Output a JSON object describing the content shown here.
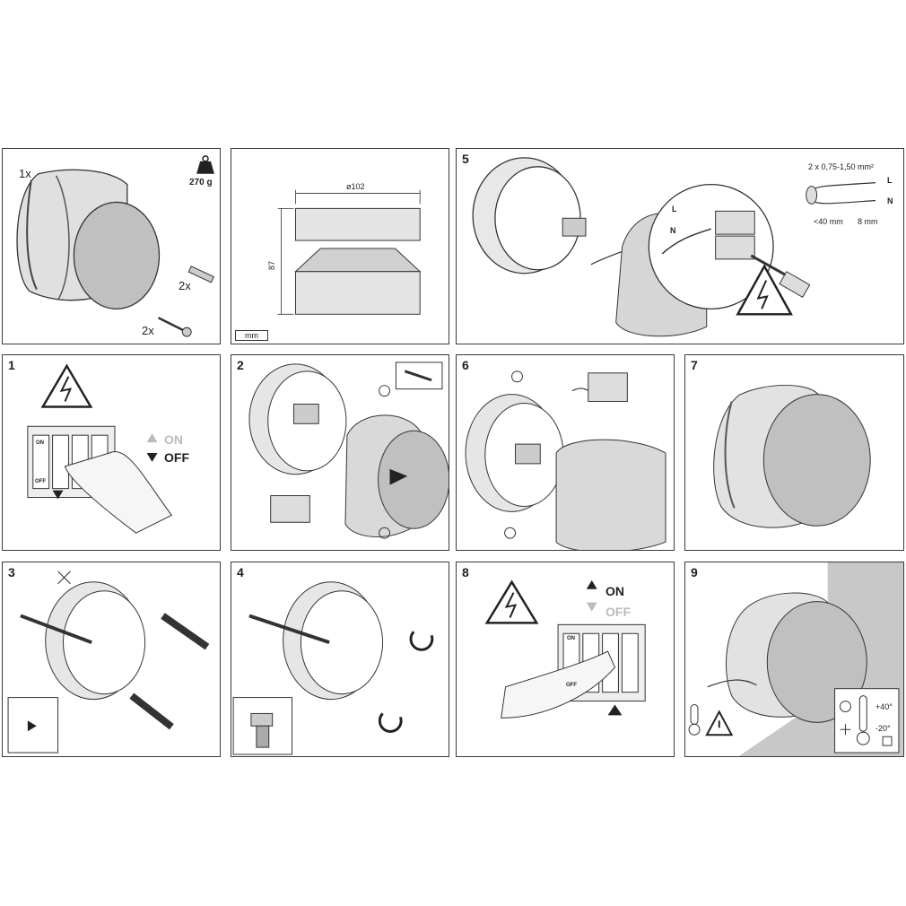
{
  "panels": {
    "contents": {
      "lamp_qty": "1x",
      "weight": "270 g",
      "plug_qty": "2x",
      "screw_qty": "2x"
    },
    "dimensions": {
      "diameter": "ø102",
      "height": "87",
      "unit": "mm"
    },
    "step5": {
      "number": "5",
      "cable_spec": "2 x 0,75-1,50 mm²",
      "label_L": "L",
      "label_N": "N",
      "strip_outer": "<40 mm",
      "strip_inner": "8 mm"
    },
    "step1": {
      "number": "1",
      "switch_on": "ON",
      "switch_off": "OFF",
      "breaker_on": "ON",
      "breaker_off": "OFF"
    },
    "step2": {
      "number": "2"
    },
    "step6": {
      "number": "6"
    },
    "step7": {
      "number": "7"
    },
    "step3": {
      "number": "3"
    },
    "step4": {
      "number": "4"
    },
    "step8": {
      "number": "8",
      "switch_on": "ON",
      "switch_off": "OFF",
      "breaker_on": "ON",
      "breaker_off": "OFF"
    },
    "step9": {
      "number": "9",
      "temp_max": "+40°",
      "temp_min": "-20°"
    }
  },
  "colors": {
    "line": "#333333",
    "lamp_side": "#d9d9d9",
    "lamp_face": "#b5b5b5",
    "wall": "#c8c8c8",
    "light_text": "#bbbbbb"
  }
}
